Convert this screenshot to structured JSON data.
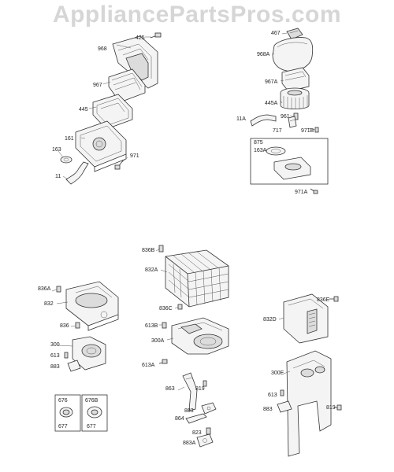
{
  "watermark": "AppliancePartsPros.com",
  "labels": {
    "p425": "425",
    "p968": "968",
    "p967": "967",
    "p445": "445",
    "p161": "161",
    "p163": "163",
    "p971": "971",
    "p11": "11",
    "p467": "467",
    "p968A": "968A",
    "p967A": "967A",
    "p445A": "445A",
    "p961": "961",
    "p11A": "11A",
    "p717": "717",
    "p971B": "971B",
    "p875": "875",
    "p163A": "163A",
    "p971A": "971A",
    "p836B": "836B",
    "p832A": "832A",
    "p836C": "836C",
    "p613B": "613B",
    "p300A": "300A",
    "p613A": "613A",
    "p863m": "863",
    "p819m": "819",
    "p883m": "883",
    "p864": "864",
    "p823": "823",
    "p883A": "883A",
    "p836A": "836A",
    "p832": "832",
    "p836": "836",
    "p300": "300",
    "p613": "613",
    "p883l": "883",
    "p676": "676",
    "p676B": "676B",
    "p677": "677",
    "p677b": "677",
    "p836E": "836E",
    "p832D": "832D",
    "p300E": "300E",
    "p613r": "613",
    "p883r": "883",
    "p819r": "819"
  }
}
